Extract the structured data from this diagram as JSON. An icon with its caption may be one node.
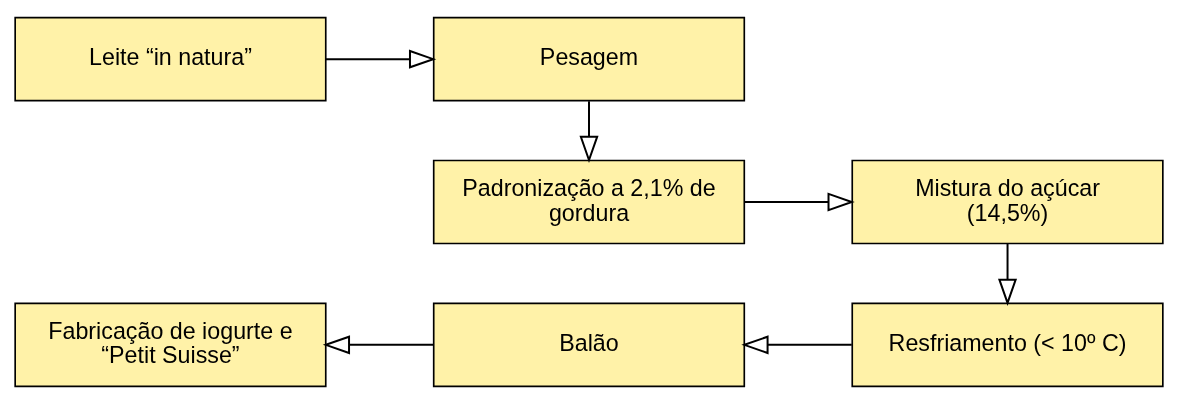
{
  "diagram": {
    "nodes": [
      {
        "text": [
          "Leite “in natura”"
        ]
      },
      {
        "text": [
          "Pesagem"
        ]
      },
      {
        "text": [
          "Padronização a 2,1% de gordura"
        ]
      },
      {
        "text": [
          "Mistura do açúcar (14,5%)"
        ]
      },
      {
        "text": [
          "Resfriamento (< 10º C)"
        ]
      },
      {
        "text": [
          "Balão"
        ]
      },
      {
        "text": [
          "Fabricação de iogurte e “Petit Suisse”"
        ]
      }
    ],
    "edges": [
      {
        "from": 0,
        "to": 1,
        "arrow": "to"
      },
      {
        "from": 1,
        "to": 2,
        "arrow": "to"
      },
      {
        "from": 2,
        "to": 3,
        "arrow": "to"
      },
      {
        "from": 3,
        "to": 4,
        "arrow": "to"
      },
      {
        "from": 4,
        "to": 5,
        "arrow": "to"
      },
      {
        "from": 5,
        "to": 6,
        "arrow": "to"
      }
    ]
  }
}
